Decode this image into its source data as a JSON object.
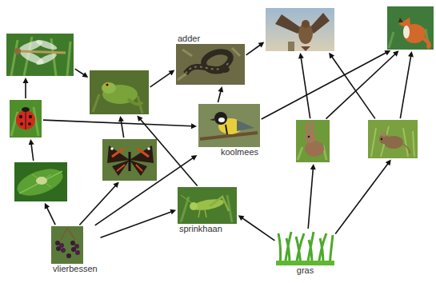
{
  "diagram": {
    "nodes": [
      {
        "text": []
      },
      {
        "text": [
          "adder"
        ]
      },
      {
        "text": []
      },
      {
        "text": []
      },
      {
        "text": []
      },
      {
        "text": []
      },
      {
        "text": [
          "koolmees"
        ]
      },
      {
        "text": []
      },
      {
        "text": []
      },
      {
        "text": []
      },
      {
        "text": []
      },
      {
        "text": [
          "sprinkhaan"
        ]
      },
      {
        "text": [
          "vlierbessen"
        ]
      },
      {
        "text": [
          "gras"
        ]
      }
    ],
    "edges": [
      {
        "from": 10,
        "to": 5,
        "arrow": "to"
      },
      {
        "from": 5,
        "to": 0,
        "arrow": "to"
      },
      {
        "from": 0,
        "to": 4,
        "arrow": "to"
      },
      {
        "from": 5,
        "to": 6,
        "arrow": "to"
      },
      {
        "from": 9,
        "to": 4,
        "arrow": "to"
      },
      {
        "from": 11,
        "to": 4,
        "arrow": "to"
      },
      {
        "from": 4,
        "to": 1,
        "arrow": "to"
      },
      {
        "from": 6,
        "to": 1,
        "arrow": "to"
      },
      {
        "from": 1,
        "to": 2,
        "arrow": "to"
      },
      {
        "from": 6,
        "to": 3,
        "arrow": "to"
      },
      {
        "from": 12,
        "to": 10,
        "arrow": "to"
      },
      {
        "from": 12,
        "to": 9,
        "arrow": "to"
      },
      {
        "from": 12,
        "to": 6,
        "arrow": "to"
      },
      {
        "from": 12,
        "to": 11,
        "arrow": "to"
      },
      {
        "from": 13,
        "to": 11,
        "arrow": "to"
      },
      {
        "from": 13,
        "to": 7,
        "arrow": "to"
      },
      {
        "from": 13,
        "to": 8,
        "arrow": "to"
      },
      {
        "from": 7,
        "to": 2,
        "arrow": "to"
      },
      {
        "from": 7,
        "to": 3,
        "arrow": "to"
      },
      {
        "from": 8,
        "to": 2,
        "arrow": "to"
      },
      {
        "from": 8,
        "to": 3,
        "arrow": "to"
      }
    ]
  }
}
